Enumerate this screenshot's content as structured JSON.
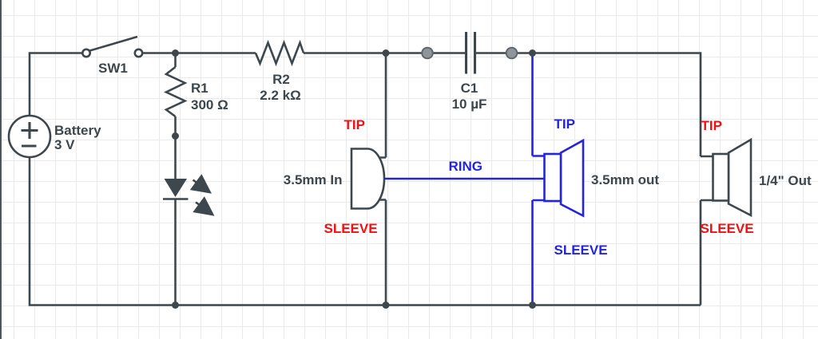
{
  "canvas": {
    "background": "#ffffff",
    "grid_color": "#eaeaea",
    "wire_color": "#3d474d",
    "accent_blue": "#2424dc",
    "accent_red": "#f40f12",
    "terminal_gray": "#8e969b"
  },
  "components": {
    "battery": {
      "name": "Battery",
      "value": "3 V"
    },
    "switch_sw1": {
      "name": "SW1"
    },
    "resistor_r1": {
      "name": "R1",
      "value": "300 Ω"
    },
    "resistor_r2": {
      "name": "R2",
      "value": "2.2 kΩ"
    },
    "capacitor_c1": {
      "name": "C1",
      "value": "10 µF"
    },
    "jack_in": {
      "name": "3.5mm In",
      "tip": "TIP",
      "sleeve": "SLEEVE"
    },
    "ring_net": {
      "name": "RING"
    },
    "jack_out": {
      "name": "3.5mm out",
      "tip": "TIP",
      "sleeve": "SLEEVE"
    },
    "jack_quarter": {
      "name": "1/4\" Out",
      "tip": "TIP",
      "sleeve": "SLEEVE"
    }
  }
}
